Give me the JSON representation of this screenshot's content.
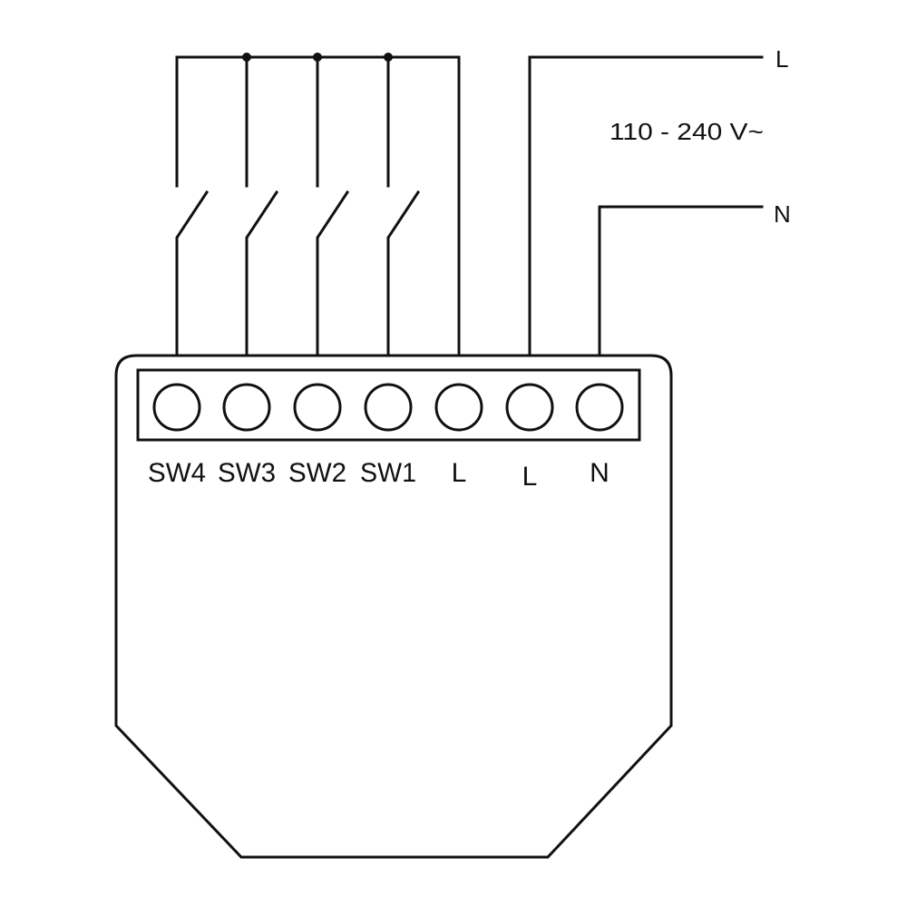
{
  "supply": {
    "live_label": "L",
    "neutral_label": "N",
    "voltage": "110 - 240 V~"
  },
  "terminals": [
    {
      "label": "SW4"
    },
    {
      "label": "SW3"
    },
    {
      "label": "SW2"
    },
    {
      "label": "SW1"
    },
    {
      "label": "L"
    },
    {
      "label": "L"
    },
    {
      "label": "N"
    }
  ],
  "colors": {
    "line": "#111111",
    "background": "#ffffff"
  }
}
